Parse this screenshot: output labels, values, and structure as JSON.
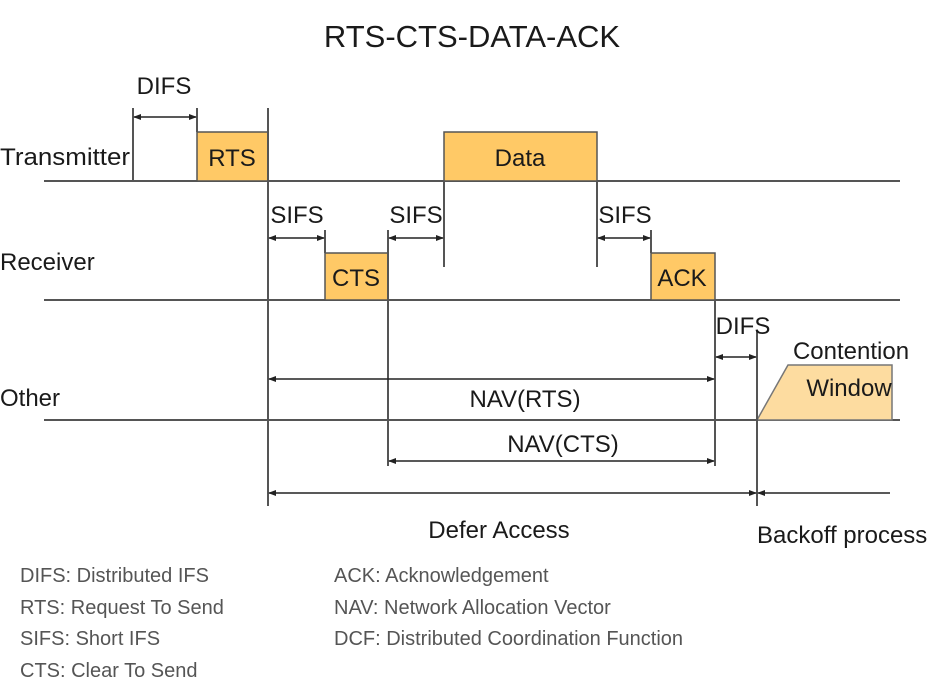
{
  "title": "RTS-CTS-DATA-ACK",
  "colors": {
    "frame_fill": "#FFC966",
    "contention_fill": "#FDDCA0",
    "line": "#555555",
    "text": "#1a1a1a",
    "legend_text": "#555555"
  },
  "stations": {
    "transmitter": "Transmitter",
    "receiver": "Receiver",
    "other": "Other"
  },
  "frames": {
    "rts": "RTS",
    "cts": "CTS",
    "data": "Data",
    "ack": "ACK"
  },
  "intervals": {
    "difs_top": "DIFS",
    "sifs_1": "SIFS",
    "sifs_2": "SIFS",
    "sifs_3": "SIFS",
    "difs_other": "DIFS"
  },
  "nav": {
    "nav_rts": "NAV(RTS)",
    "nav_cts": "NAV(CTS)"
  },
  "contention": {
    "line1": "Contention",
    "line2": "Window"
  },
  "spans": {
    "defer_access": "Defer Access",
    "backoff_process": "Backoff process"
  },
  "legend": {
    "left": [
      "DIFS: Distributed IFS",
      "RTS: Request To Send",
      "SIFS: Short IFS",
      "CTS: Clear To Send"
    ],
    "right": [
      "ACK: Acknowledgement",
      "NAV: Network Allocation Vector",
      "DCF: Distributed Coordination Function"
    ]
  }
}
